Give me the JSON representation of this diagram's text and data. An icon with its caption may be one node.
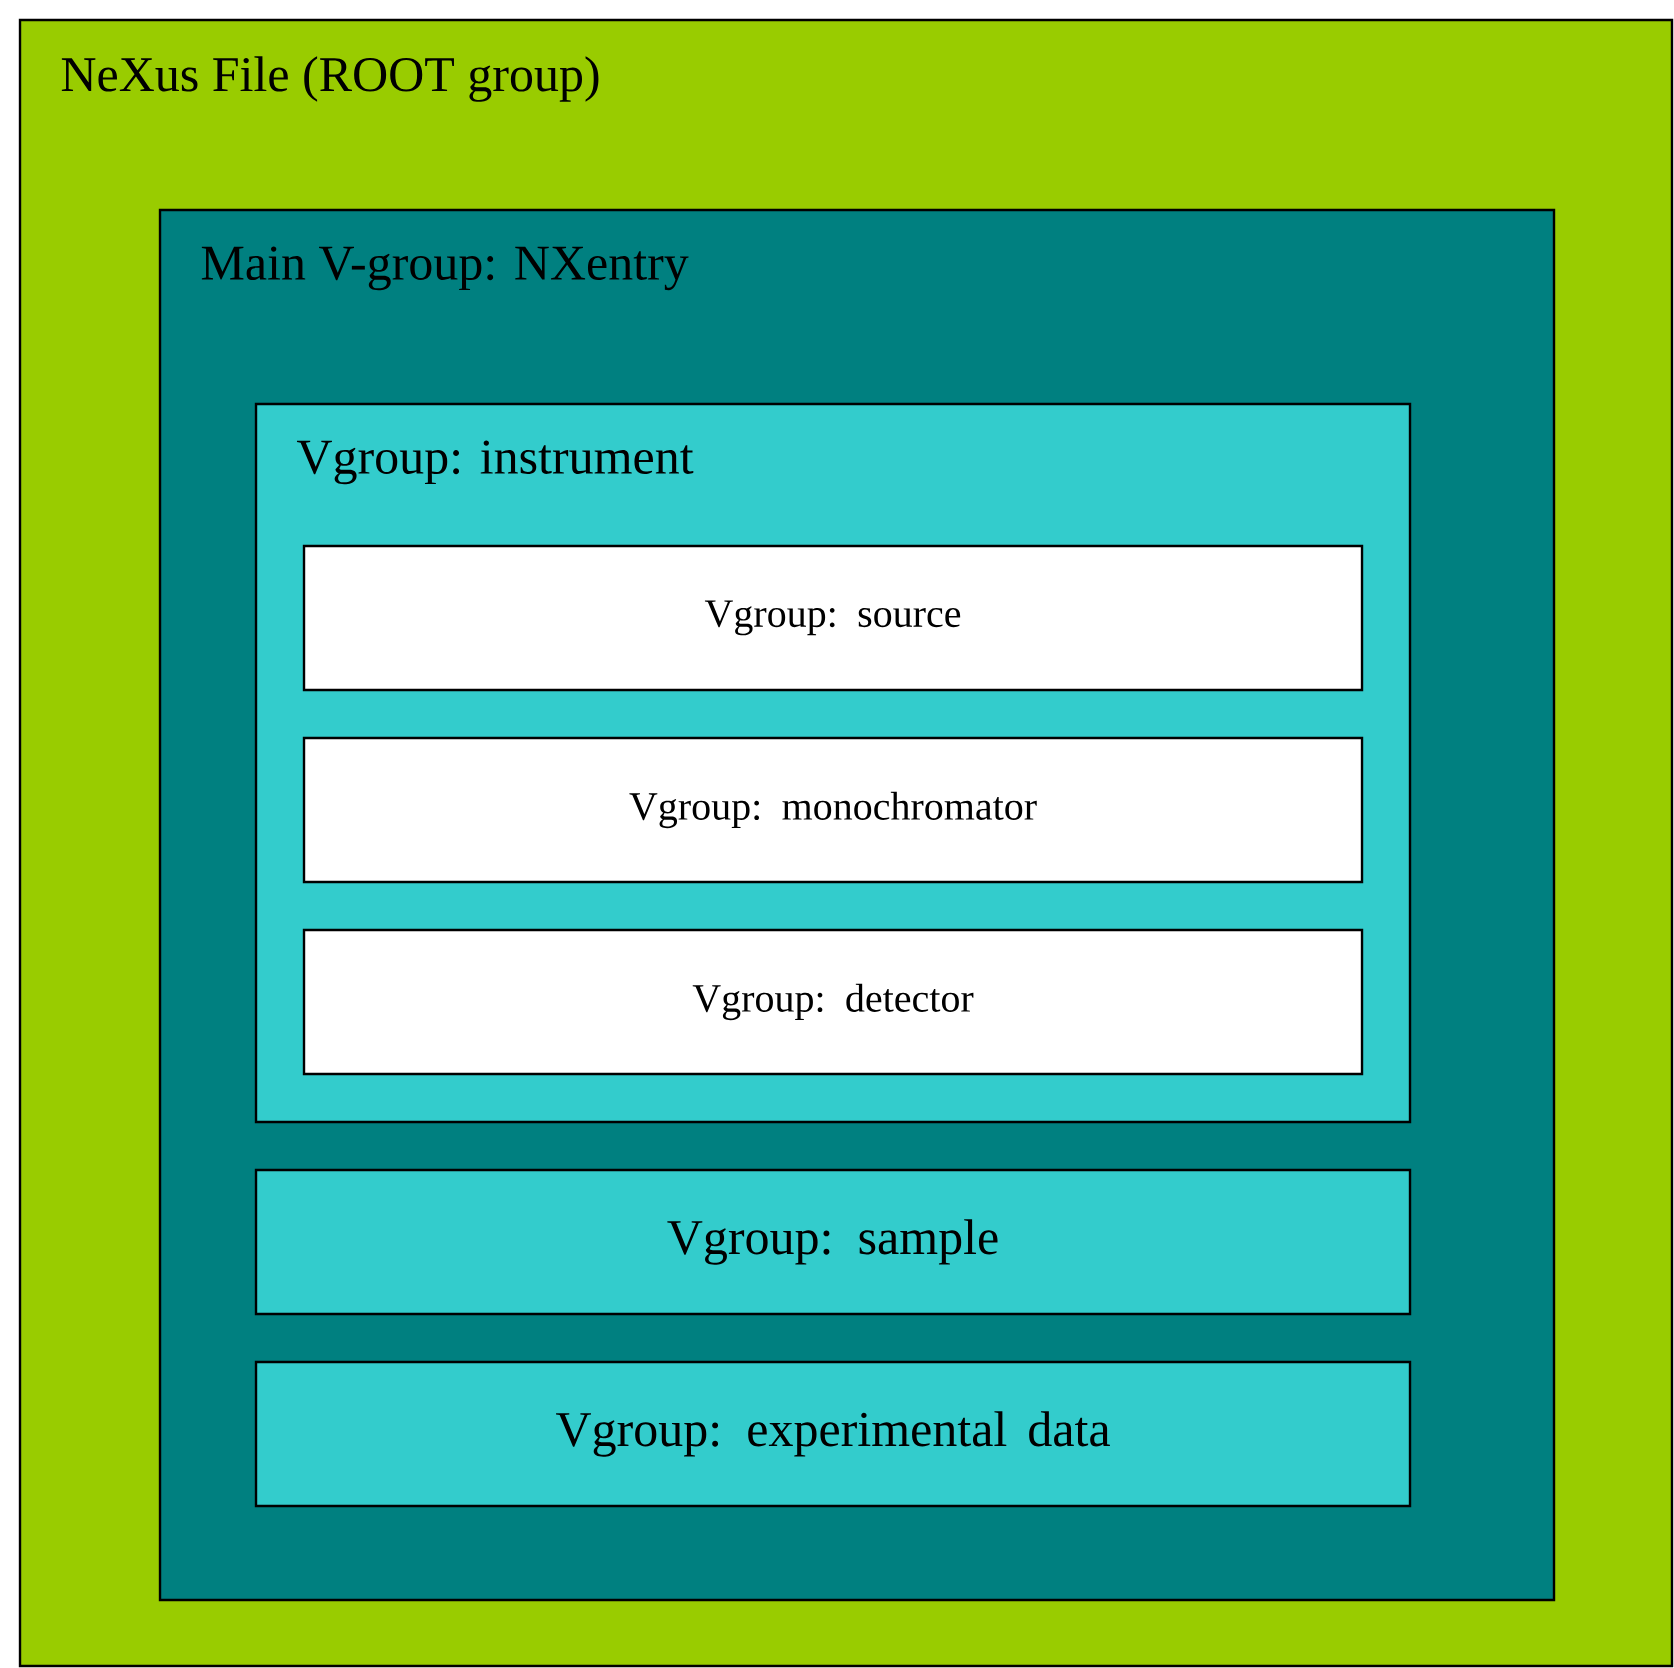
{
  "diagram": {
    "nodes": [
      {
        "text": [
          "NeXus File (ROOT group)"
        ]
      },
      {
        "text": [
          "Main V-group: NXentry"
        ],
        "in": 0
      },
      {
        "text": [
          "Vgroup: instrument"
        ],
        "in": 1
      },
      {
        "text": [
          "Vgroup: source"
        ],
        "in": 2
      },
      {
        "text": [
          "Vgroup: monochromator"
        ],
        "in": 2
      },
      {
        "text": [
          "Vgroup: detector"
        ],
        "in": 2
      },
      {
        "text": [
          "Vgroup: sample"
        ],
        "in": 1
      },
      {
        "text": [
          "Vgroup: experimental data"
        ],
        "in": 1
      }
    ]
  }
}
